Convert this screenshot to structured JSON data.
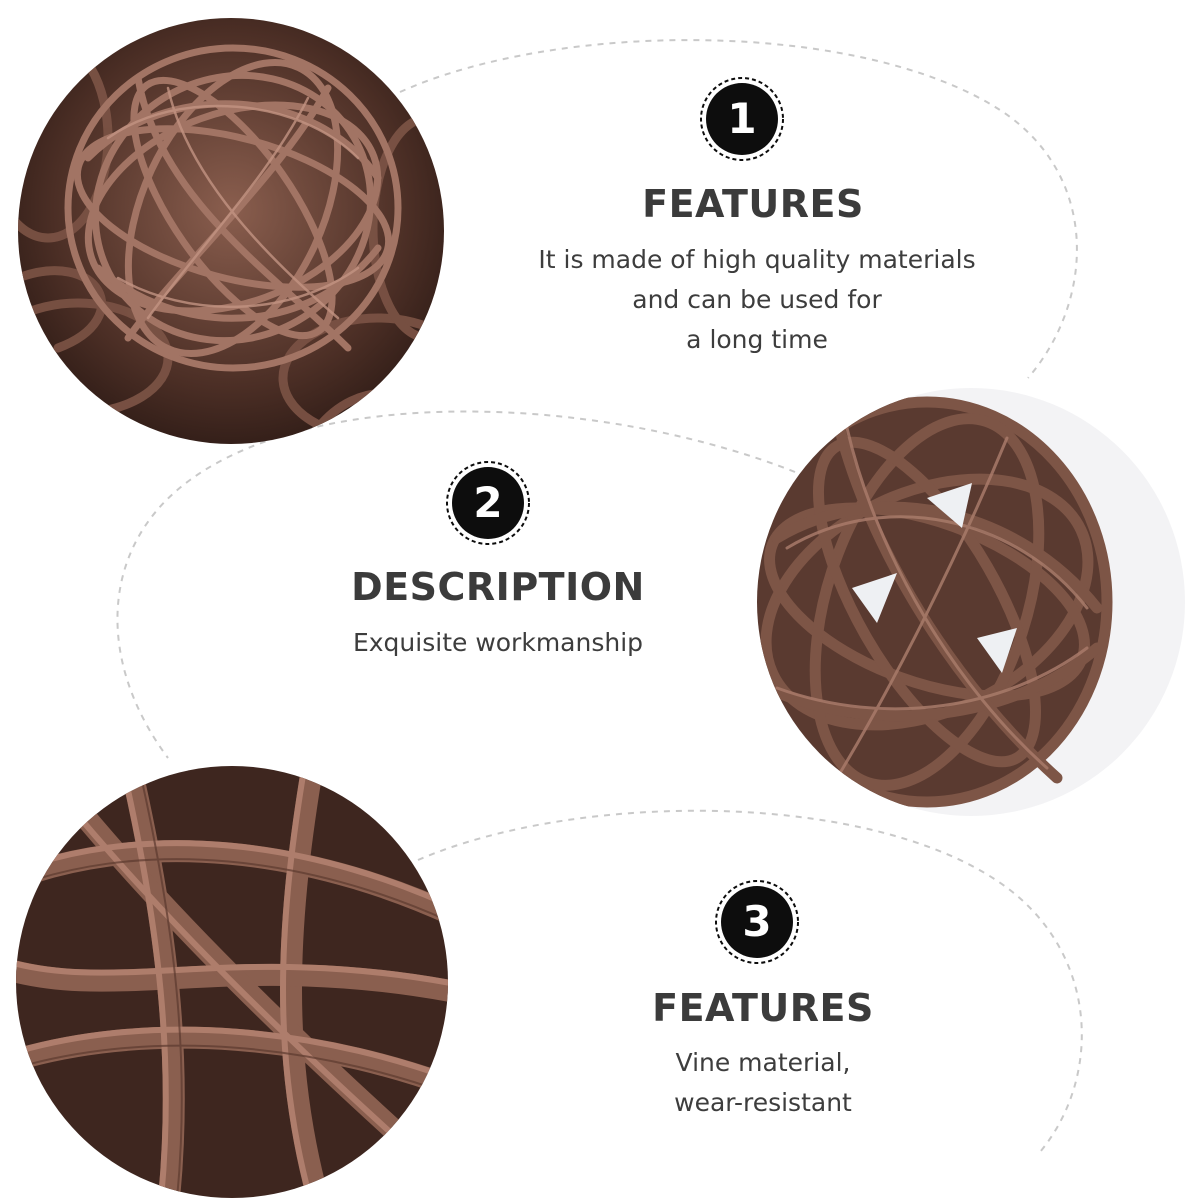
{
  "palette": {
    "background": "#ffffff",
    "badge_fill": "#0d0d0d",
    "badge_text": "#ffffff",
    "heading_text": "#3b3b3b",
    "body_text": "#3d3d3d",
    "dashed_line": "#c9c9c9",
    "rattan_brown": "#6e4a3c"
  },
  "sections": [
    {
      "number": "1",
      "title": "FEATURES",
      "lines": [
        "It is made of high quality materials",
        "and can be used for",
        "a long time"
      ]
    },
    {
      "number": "2",
      "title": "DESCRIPTION",
      "lines": [
        "Exquisite workmanship"
      ]
    },
    {
      "number": "3",
      "title": "FEATURES",
      "lines": [
        "Vine material,",
        "wear-resistant"
      ]
    }
  ]
}
